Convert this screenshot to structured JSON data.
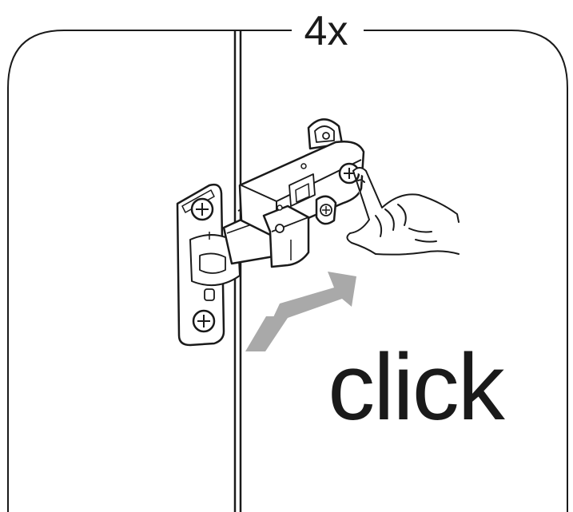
{
  "instruction": {
    "quantity_label": "4x",
    "action_label": "click"
  },
  "colors": {
    "line": "#1a1a1a",
    "arrow_fill": "#a9a9a9",
    "background": "#ffffff"
  },
  "icons": {
    "hinge": "concealed-cabinet-hinge",
    "hand": "pressing-hand",
    "arrow": "motion-arrow"
  }
}
